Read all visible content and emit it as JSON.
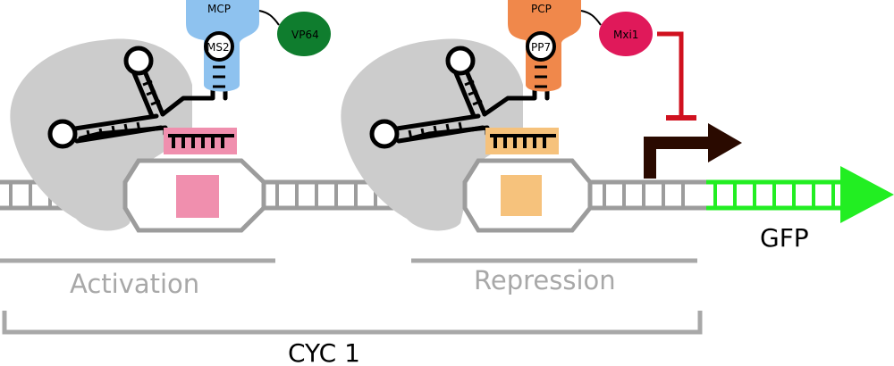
{
  "labels": {
    "mcp": "MCP",
    "ms2": "MS2",
    "vp64": "VP64",
    "pcp": "PCP",
    "pp7": "PP7",
    "mxi1": "Mxi1",
    "gfp": "GFP",
    "activation": "Activation",
    "repression": "Repression",
    "cyc1": "CYC 1"
  },
  "colors": {
    "mcp": "#8ec2ef",
    "vp64": "#0f7d2e",
    "pcp": "#f0884b",
    "mxi1": "#e0195a",
    "repression_bar": "#d0111f",
    "dna": "#9c9c9c",
    "dna_gfp": "#22ee22",
    "cas9": "#cccccc",
    "activation_box": "#f08fae",
    "repression_box": "#f6c27c",
    "promoter_arrow": "#2a0a00"
  }
}
